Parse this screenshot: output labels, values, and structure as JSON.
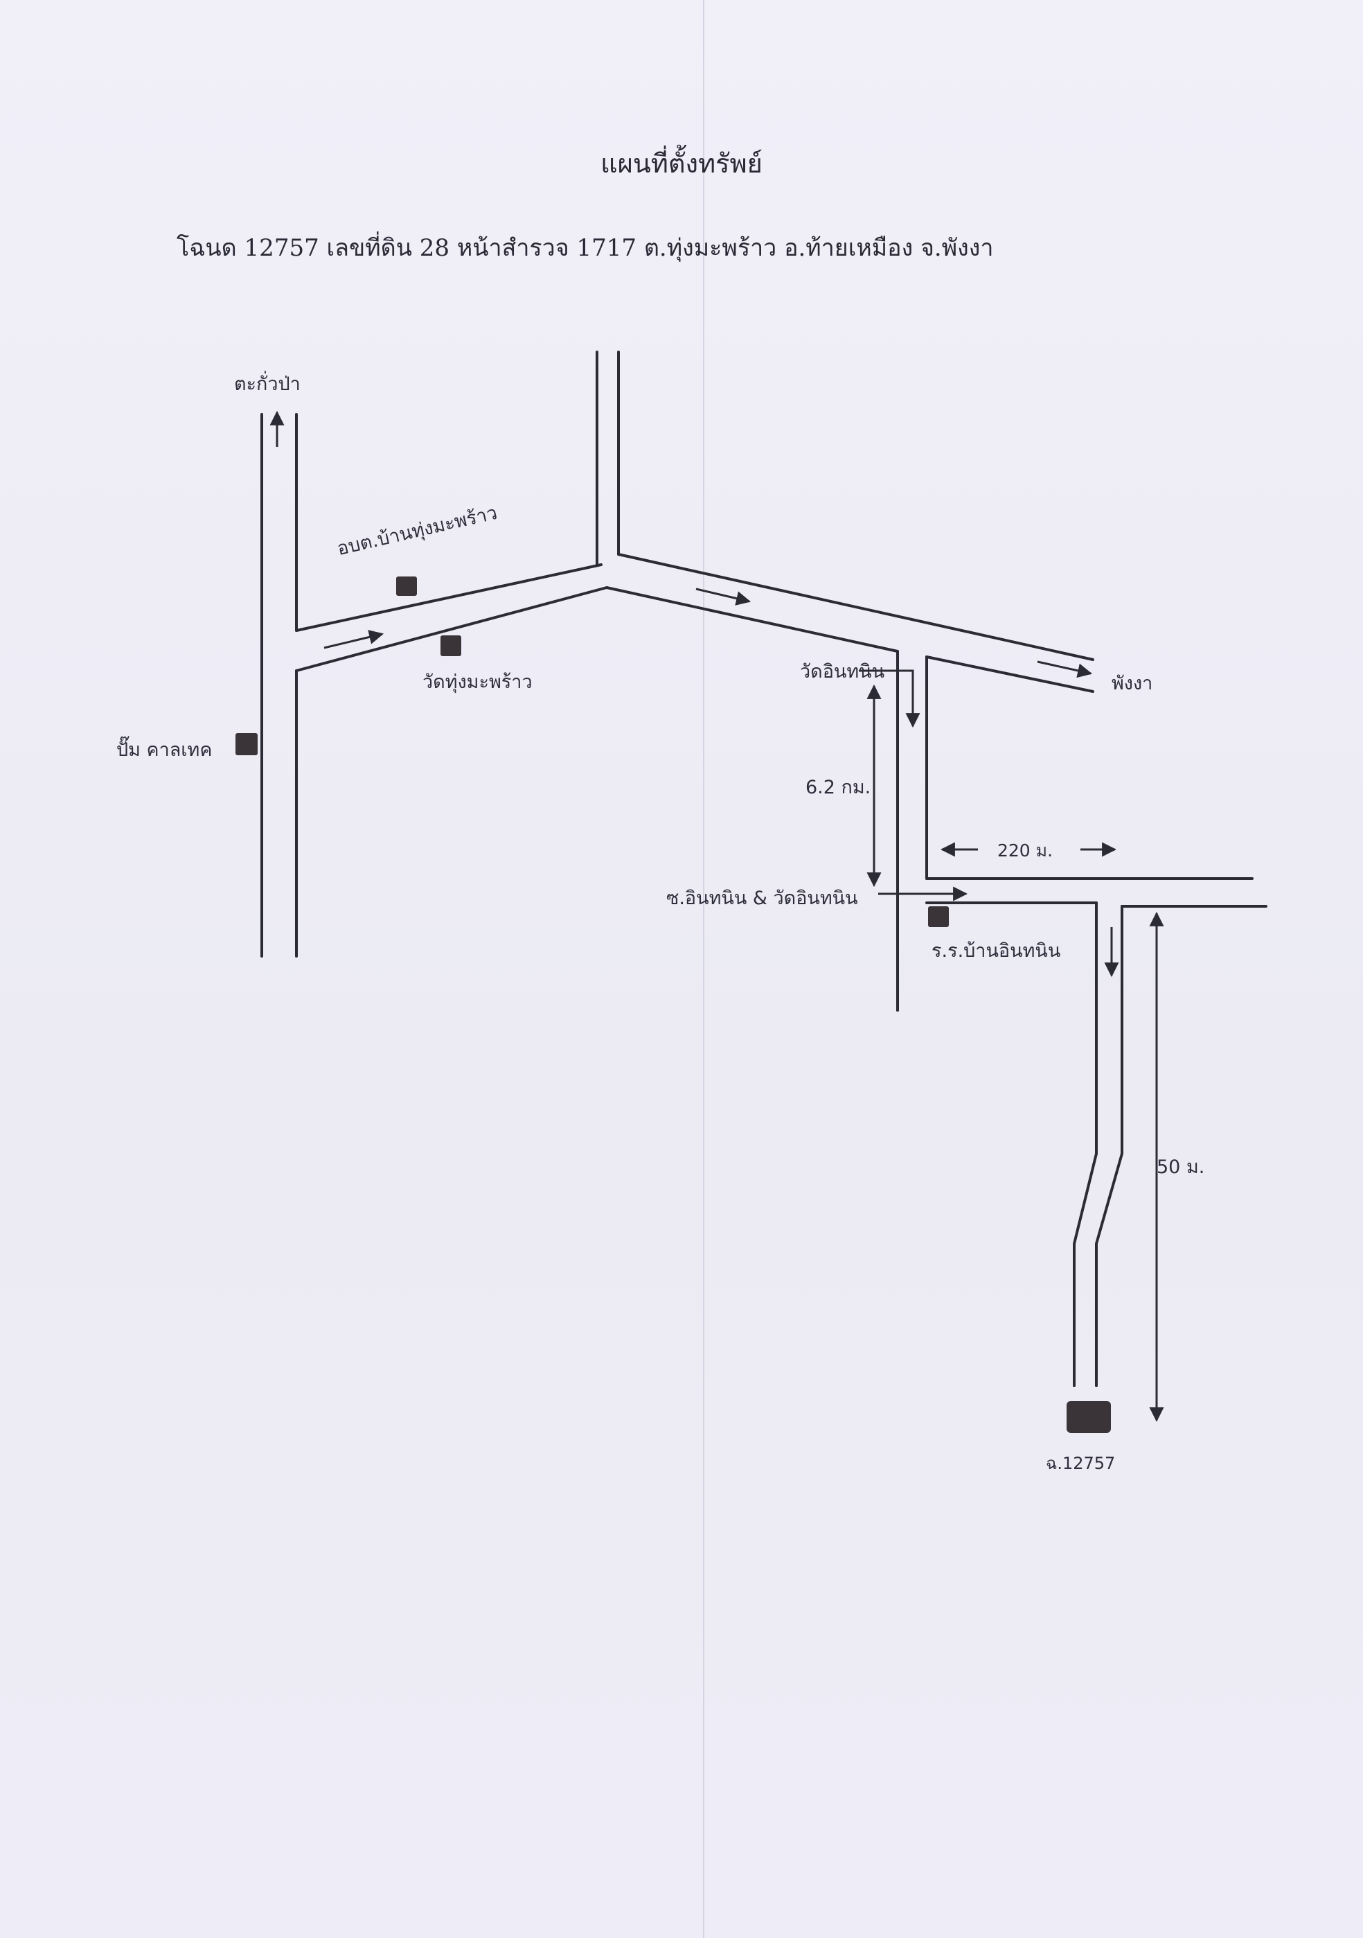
{
  "header": {
    "title": "แผนที่ตั้งทรัพย์",
    "subtitle": "โฉนด 12757  เลขที่ดิน 28 หน้าสำรวจ 1717  ต.ทุ่งมะพร้าว อ.ท้ายเหมือง จ.พังงา"
  },
  "labels": {
    "takua_pa": "ตะกั่วป่า",
    "sao_office": "อบต.บ้านทุ่งมะพร้าว",
    "wat_thung": "วัดทุ่งมะพร้าว",
    "pump_caltex": "ปั๊ม คาลเทค",
    "wat_inthanin": "วัดอินทนิน",
    "phang_nga": "พังงา",
    "dist_6_2": "6.2 กม.",
    "dist_220": "220 ม.",
    "soi_inthanin": "ซ.อินทนิน & วัดอินทนิน",
    "school": "ร.ร.บ้านอินทนิน",
    "dist_50": "50 ม.",
    "parcel": "ฉ.12757"
  },
  "colors": {
    "road": "#2b2b35",
    "marker": "#3a3438",
    "paper": "#efedf6"
  }
}
